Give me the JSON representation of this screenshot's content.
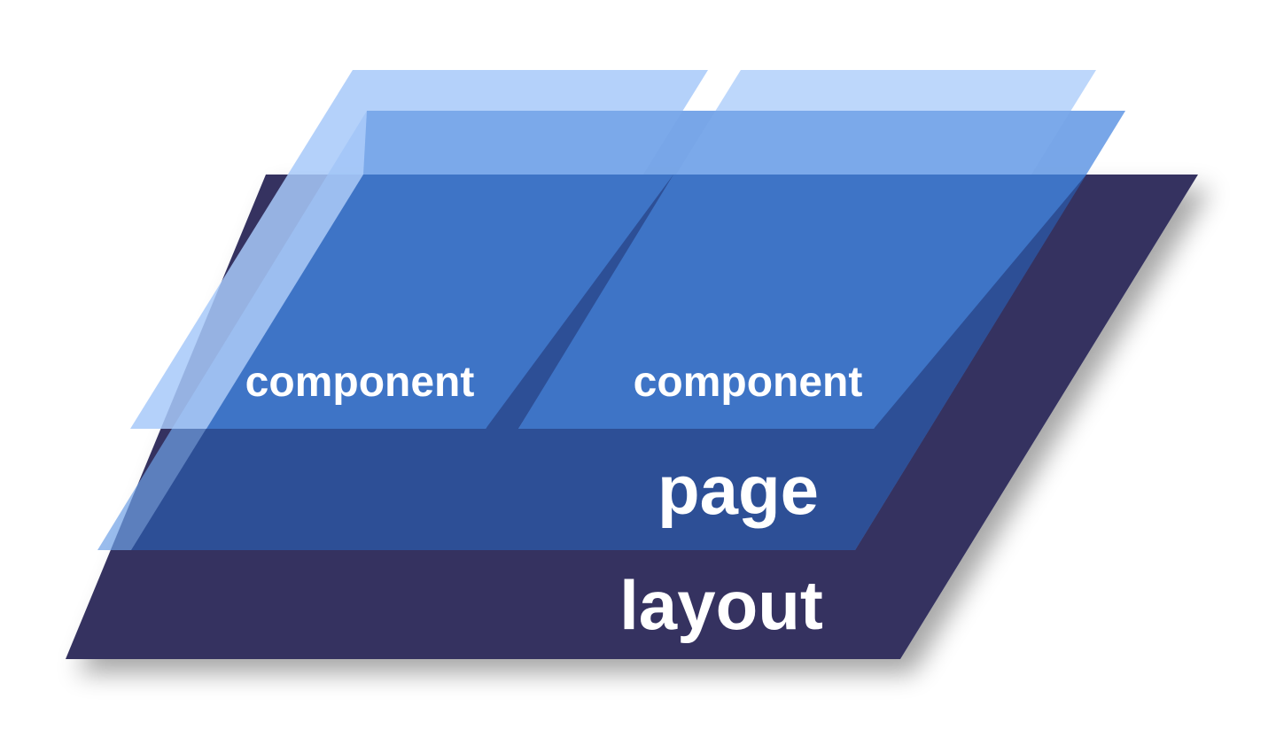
{
  "diagram": {
    "layers": [
      {
        "id": "layout",
        "label": "layout",
        "color": "#343361"
      },
      {
        "id": "page",
        "label": "page",
        "color": "#2d4f96"
      },
      {
        "id": "component-left",
        "label": "component",
        "color": "#3e74c6"
      },
      {
        "id": "component-right",
        "label": "component",
        "color": "#3e74c6"
      }
    ],
    "colors": {
      "layout_fill": "#343361",
      "page_fill": "#2d4f96",
      "page_ghost_fill": "#6d9fe5",
      "component_fill": "#3e74c6",
      "component_ghost_fill": "#a7c9f9",
      "label_text": "#ffffff",
      "background": "#ffffff"
    }
  }
}
